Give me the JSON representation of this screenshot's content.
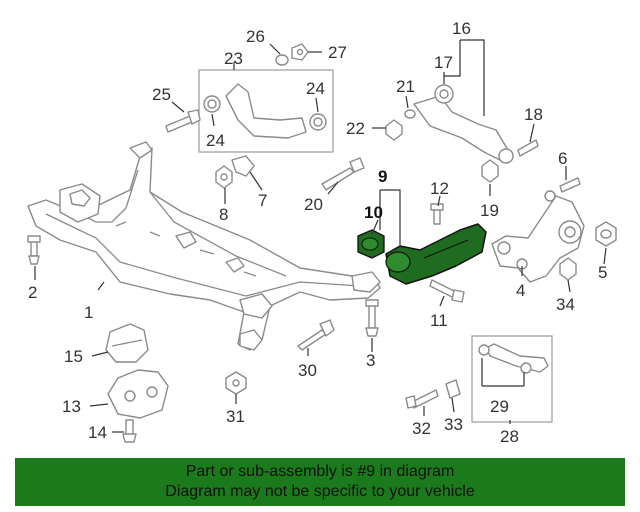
{
  "diagram": {
    "callouts": [
      "1",
      "2",
      "3",
      "4",
      "5",
      "6",
      "7",
      "8",
      "9",
      "10",
      "11",
      "12",
      "13",
      "14",
      "15",
      "16",
      "17",
      "18",
      "19",
      "20",
      "21",
      "22",
      "23",
      "24",
      "24",
      "25",
      "26",
      "27",
      "28",
      "29",
      "30",
      "31",
      "32",
      "33",
      "34"
    ],
    "highlight_color": "#1f6b1f",
    "part_color": "#8a8a8a"
  },
  "banner": {
    "line1": "Part or sub-assembly is #9 in diagram",
    "line2": "Diagram may not be specific to your vehicle",
    "background": "#1b7a1b"
  }
}
